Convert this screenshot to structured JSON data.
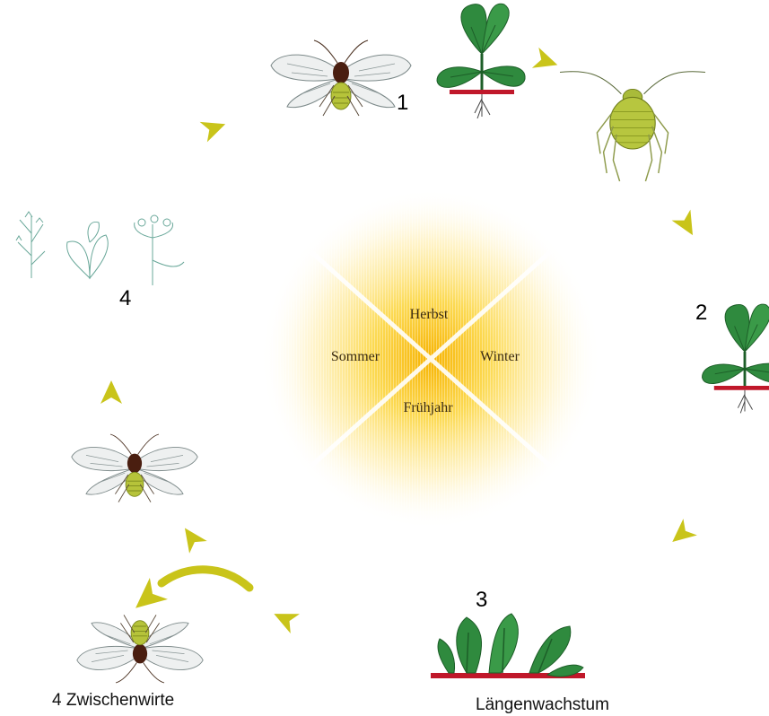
{
  "center": {
    "seasons": {
      "top": "Herbst",
      "right": "Winter",
      "bottom": "Frühjahr",
      "left": "Sommer"
    }
  },
  "stages": {
    "s1": "1",
    "s2": "2",
    "s3": "3",
    "s4": "4"
  },
  "captions": {
    "growth": "Längenwachstum",
    "intermediate_hosts": "4 Zwischenwirte"
  },
  "colors": {
    "sun_core": "#f7b300",
    "arrow": "#c9c41a",
    "leaf": "#2f8a3e",
    "leaf_dark": "#1d5e28",
    "soil": "#c0182a",
    "aphid_body": "#b6c33a",
    "aphid_head": "#4a1e10"
  },
  "icons": [
    "winged-aphid-icon",
    "wingless-aphid-icon",
    "rape-plant-icon",
    "intermediate-host-plant-icon",
    "cycle-arrow-icon"
  ]
}
